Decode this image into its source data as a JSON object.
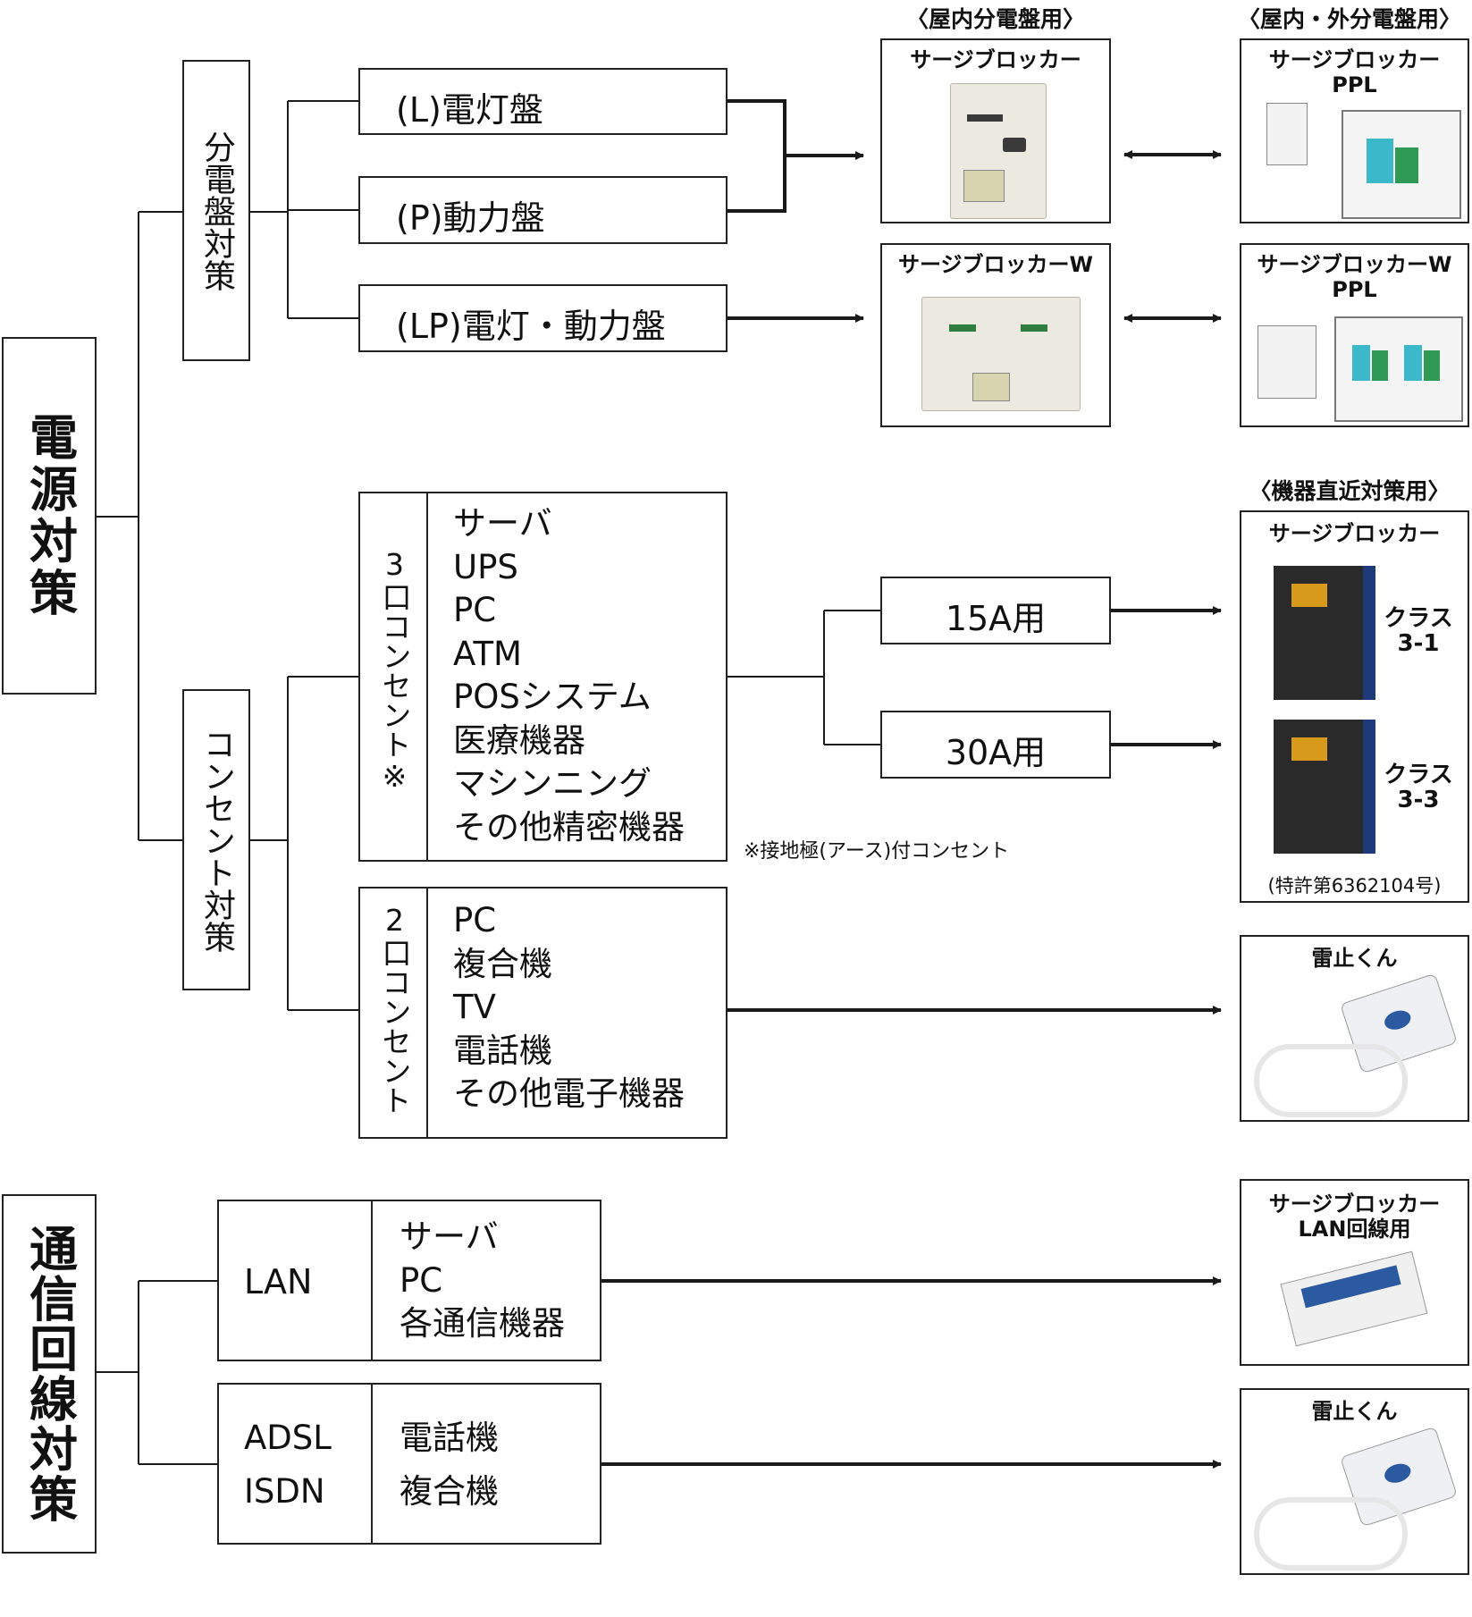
{
  "power": {
    "title": "電源対策",
    "panel_group": "分電盤対策",
    "outlet_group": "コンセント対策",
    "panels": [
      "(L)電灯盤",
      "(P)動力盤",
      "(LP)電灯・動力盤"
    ]
  },
  "outlet3": {
    "label": "3口コンセント※",
    "items": [
      "サーバ",
      "UPS",
      "PC",
      "ATM",
      "POSシステム",
      "医療機器",
      "マシンニング",
      "その他精密機器"
    ],
    "footnote": "※接地極(アース)付コンセント"
  },
  "amps": [
    "15A用",
    "30A用"
  ],
  "outlet2": {
    "label": "2口コンセント",
    "items": [
      "PC",
      "複合機",
      "TV",
      "電話機",
      "その他電子機器"
    ]
  },
  "comm": {
    "title": "通信回線対策",
    "lan": {
      "label": "LAN",
      "items": [
        "サーバ",
        "PC",
        "各通信機器"
      ]
    },
    "adsl": {
      "labels": [
        "ADSL",
        "ISDN"
      ],
      "items": [
        "電話機",
        "複合機"
      ]
    }
  },
  "headers": {
    "indoor": "〈屋内分電盤用〉",
    "inout": "〈屋内・外分電盤用〉",
    "nearby": "〈機器直近対策用〉"
  },
  "products": {
    "sb": "サージブロッカー",
    "sb_ppl": [
      "サージブロッカー",
      "PPL"
    ],
    "sbw": "サージブロッカーW",
    "sbw_ppl": [
      "サージブロッカーW",
      "PPL"
    ],
    "sb_device": "サージブロッカー",
    "class31": [
      "クラス",
      "3-1"
    ],
    "class33": [
      "クラス",
      "3-3"
    ],
    "patent": "(特許第6362104号)",
    "raiten": "雷止くん",
    "sb_lan": [
      "サージブロッカー",
      "LAN回線用"
    ],
    "raiten2": "雷止くん"
  },
  "colors": {
    "line": "#1a1a1a",
    "device_dark": "#2a2a2a",
    "device_light": "#ece9e0",
    "accent_blue": "#2c5aa0"
  }
}
